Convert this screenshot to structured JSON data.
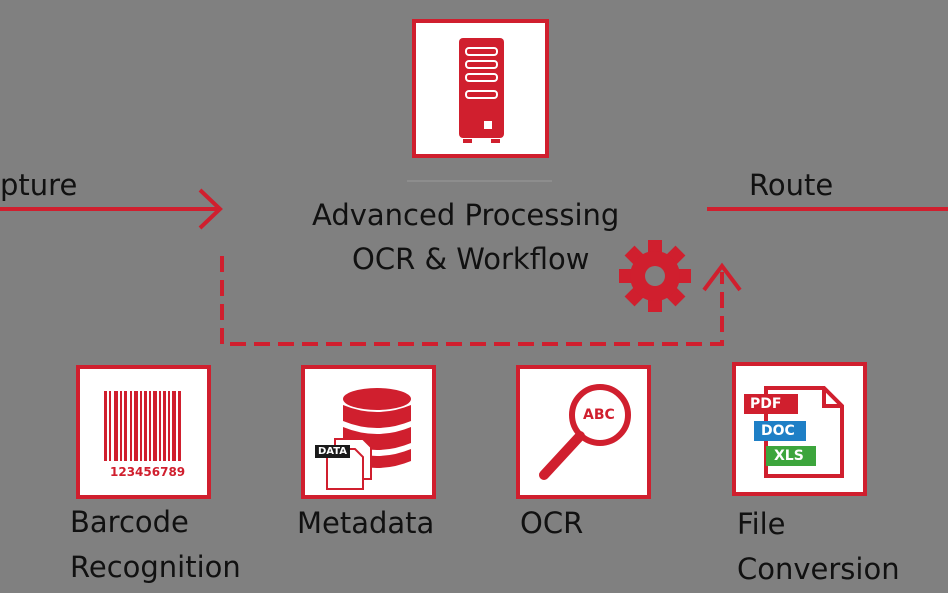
{
  "colors": {
    "background": "#808080",
    "accent": "#d01f2e",
    "box_fill": "#ffffff",
    "text": "#111111"
  },
  "left_label": "pture",
  "right_label": "Route",
  "center": {
    "line1": "Advanced Processing",
    "line2": "OCR & Workflow",
    "server_icon": "server-icon",
    "gear_icon": "gear-icon"
  },
  "modules": [
    {
      "icon": "barcode-icon",
      "label_line1": "Barcode",
      "label_line2": "Recognition",
      "barcode_digits": "123456789"
    },
    {
      "icon": "database-icon",
      "label_line1": "Metadata",
      "label_line2": "",
      "doc_tag": "DATA"
    },
    {
      "icon": "magnifier-icon",
      "label_line1": "OCR",
      "label_line2": "",
      "lens_text": "ABC"
    },
    {
      "icon": "file-formats-icon",
      "label_line1": "File",
      "label_line2": "Conversion",
      "formats": [
        "PDF",
        "DOC",
        "XLS"
      ]
    }
  ]
}
